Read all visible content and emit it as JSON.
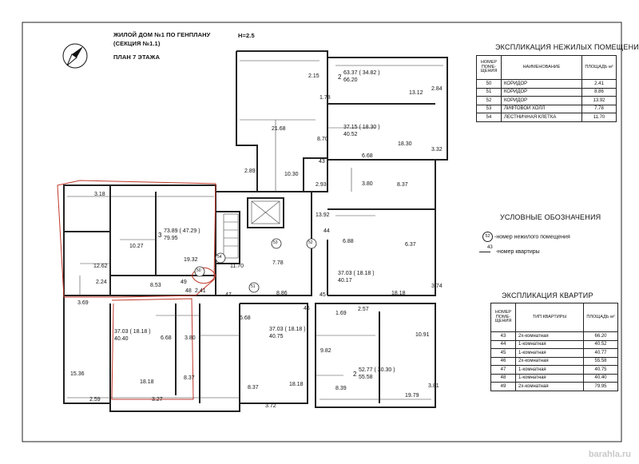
{
  "title": {
    "line1": "ЖИЛОЙ ДОМ №1 ПО ГЕНПЛАНУ",
    "line2": "(СЕКЦИЯ №1.1)",
    "line3": "ПЛАН 7 ЭТАЖА",
    "height": "Н=2.5"
  },
  "nonres_table": {
    "title": "ЭКСПЛИКАЦИЯ НЕЖИЛЫХ ПОМЕЩЕНИЙ",
    "col_num": "НОМЕР ПОМЕ-ЩЕНИЯ",
    "col_name": "НАИМЕНОВАНИЕ",
    "col_area": "ПЛОЩАДЬ м²",
    "rows": [
      {
        "num": "50",
        "name": "КОРИДОР",
        "area": "2.41"
      },
      {
        "num": "51",
        "name": "КОРИДОР",
        "area": "8.86"
      },
      {
        "num": "52",
        "name": "КОРИДОР",
        "area": "13.92"
      },
      {
        "num": "53",
        "name": "ЛИФТОВОЙ ХОЛЛ",
        "area": "7.78"
      },
      {
        "num": "54",
        "name": "ЛЕСТНИЧНАЯ КЛЕТКА",
        "area": "11.70"
      }
    ]
  },
  "legend": {
    "title": "УСЛОВНЫЕ ОБОЗНАЧЕНИЯ",
    "item1_sym": "52",
    "item1": "-номер нежилого помещения",
    "item2_sym": "43",
    "item2": "-номер квартиры"
  },
  "apt_table": {
    "title": "ЭКСПЛИКАЦИЯ КВАРТИР",
    "col_num": "НОМЕР ПОМЕ-ЩЕНИЯ",
    "col_type": "ТИП КВАРТИРЫ",
    "col_area": "ПЛОЩАДЬ м²",
    "rows": [
      {
        "num": "43",
        "name": "2х-комнатная",
        "area": "66.20"
      },
      {
        "num": "44",
        "name": "1-комнатная",
        "area": "40.52"
      },
      {
        "num": "45",
        "name": "1-комнатная",
        "area": "40.77"
      },
      {
        "num": "46",
        "name": "2х-комнатная",
        "area": "55.58"
      },
      {
        "num": "47",
        "name": "1-комнатная",
        "area": "40.75"
      },
      {
        "num": "48",
        "name": "1-комнатная",
        "area": "40.40"
      },
      {
        "num": "49",
        "name": "2х-комнатная",
        "area": "79.95"
      }
    ]
  },
  "plan_labels": {
    "a1": "63.37 ( 34.82 )",
    "a1b": "66.20",
    "a1n": "2",
    "a2": "37.15 ( 18.30 )",
    "a2b": "40.52",
    "a3": "73.89 ( 47.29 )",
    "a3b": "79.95",
    "a3n": "3",
    "a4": "37.03 ( 18.18 )",
    "a4b": "40.17",
    "a5": "37.03 ( 18.18 )",
    "a5b": "40.40",
    "a6": "37.03 ( 18.18 )",
    "a6b": "40.75",
    "a7": "52.77 ( 30.30 )",
    "a7b": "55.58",
    "a7n": "2",
    "r1": "21.68",
    "r2": "10.30",
    "r3": "2.15",
    "r4": "2.84",
    "r5": "1.78",
    "r6": "13.12",
    "r7": "8.70",
    "r8": "2.89",
    "r9": "18.30",
    "r10": "3.32",
    "r11": "6.68",
    "r12": "3.80",
    "r13": "8.37",
    "r14": "2.93",
    "r15": "13.92",
    "r16": "3.18",
    "r17": "10.27",
    "r18": "19.32",
    "r19": "12.62",
    "r20": "2.24",
    "r21": "3.69",
    "r22": "8.53",
    "r23": "11.70",
    "r24": "7.78",
    "r25": "2.41",
    "r26": "8.86",
    "r27": "6.88",
    "r28": "6.37",
    "r29": "18.18",
    "r30": "3.74",
    "r31": "15.36",
    "r32": "6.68",
    "r33": "3.80",
    "r34": "8.37",
    "r35": "18.18",
    "r36": "2.59",
    "r37": "3.27",
    "r38": "6.68",
    "r39": "8.37",
    "r40": "18.18",
    "r41": "3.72",
    "r42": "1.69",
    "r43": "2.57",
    "r44": "10.91",
    "r45": "9.82",
    "r46": "8.39",
    "r47": "19.79",
    "r48": "3.81",
    "n43": "43",
    "n44": "44",
    "n45": "45",
    "n46": "46",
    "n47": "47",
    "n48": "48",
    "n49": "49",
    "c50": "50",
    "c51": "51",
    "c52": "52",
    "c53": "53",
    "c54": "54"
  },
  "watermark": "barahla.ru"
}
